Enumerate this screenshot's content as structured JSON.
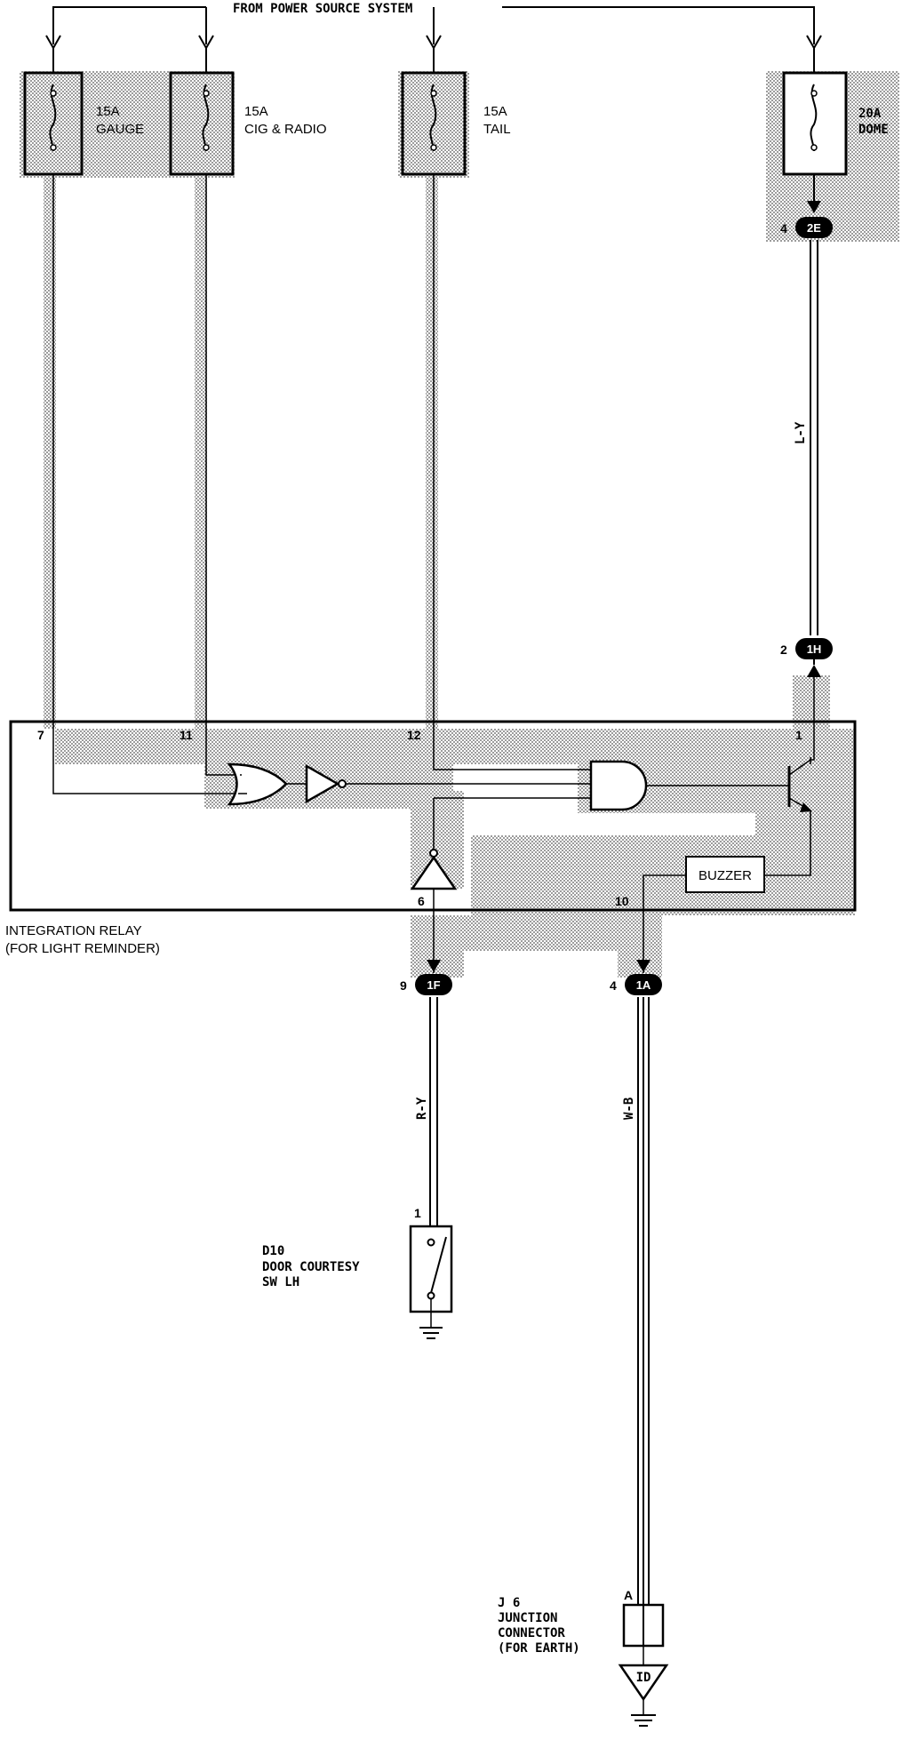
{
  "header": {
    "power_source": "FROM POWER SOURCE SYSTEM"
  },
  "fuses": [
    {
      "amp": "15A",
      "name": "GAUGE"
    },
    {
      "amp": "15A",
      "name": "CIG & RADIO"
    },
    {
      "amp": "15A",
      "name": "TAIL"
    },
    {
      "amp": "20A",
      "name": "DOME"
    }
  ],
  "connectors": {
    "c2e": {
      "id": "2E",
      "pin": "4"
    },
    "c1h": {
      "id": "1H",
      "pin": "2"
    },
    "c1f": {
      "id": "1F",
      "pin": "9"
    },
    "c1a": {
      "id": "1A",
      "pin": "4"
    }
  },
  "wires": {
    "ly": "L-Y",
    "ry": "R-Y",
    "wb": "W-B"
  },
  "relay": {
    "name": "INTEGRATION RELAY",
    "sub": "(FOR LIGHT REMINDER)",
    "pins": {
      "p7": "7",
      "p11": "11",
      "p12": "12",
      "p1": "1",
      "p6": "6",
      "p10": "10"
    },
    "buzzer": "BUZZER"
  },
  "door_switch": {
    "pin": "1",
    "code": "D10",
    "line1": "DOOR COURTESY",
    "line2": "SW LH"
  },
  "junction": {
    "pin": "A",
    "code": "J 6",
    "line1": "JUNCTION",
    "line2": "CONNECTOR",
    "line3": "(FOR EARTH)",
    "earth_id": "ID"
  }
}
